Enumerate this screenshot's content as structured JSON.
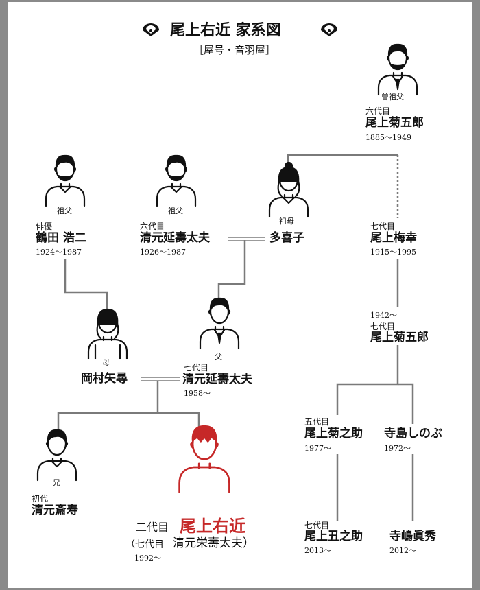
{
  "title": "尾上右近 家系図",
  "subtitle": "［屋号・音羽屋］",
  "colors": {
    "line": "#7a7a7a",
    "highlight": "#c62828",
    "frame": "#8a8a8a",
    "text": "#111111"
  },
  "icons": [
    "fan-icon",
    "person-icon"
  ],
  "people": {
    "great_grandfather": {
      "relation": "曽祖父",
      "generation": "六代目",
      "name": "尾上菊五郎",
      "years": "1885〜1949"
    },
    "grandfather_tsuruta": {
      "relation": "祖父",
      "generation": "俳優",
      "name": "鶴田 浩二",
      "years": "1924〜1987"
    },
    "grandfather_kiyomoto": {
      "relation": "祖父",
      "generation": "六代目",
      "name": "清元延壽太夫",
      "years": "1926〜1987"
    },
    "grandmother": {
      "relation": "祖母",
      "name": "多喜子"
    },
    "baiko": {
      "generation": "七代目",
      "name": "尾上梅幸",
      "years": "1915〜1995"
    },
    "kikugoro7": {
      "years": "1942〜",
      "generation": "七代目",
      "name": "尾上菊五郎"
    },
    "mother": {
      "relation": "母",
      "name": "岡村矢尋"
    },
    "father": {
      "relation": "父",
      "generation": "七代目",
      "name": "清元延壽太夫",
      "years": "1958〜"
    },
    "kikunosuke": {
      "generation": "五代目",
      "name": "尾上菊之助",
      "years": "1977〜"
    },
    "shinobu": {
      "name": "寺島しのぶ",
      "years": "1972〜"
    },
    "brother": {
      "relation": "兄",
      "generation": "初代",
      "name": "清元斎寿"
    },
    "ukon": {
      "generation": "二代目",
      "name": "尾上右近",
      "alt_open": "（七代目",
      "alt_name": "清元栄壽太夫）",
      "years": "1992〜"
    },
    "ushinosuke": {
      "generation": "七代目",
      "name": "尾上丑之助",
      "years": "2013〜"
    },
    "makoto": {
      "name": "寺嶋眞秀",
      "years": "2012〜"
    }
  }
}
